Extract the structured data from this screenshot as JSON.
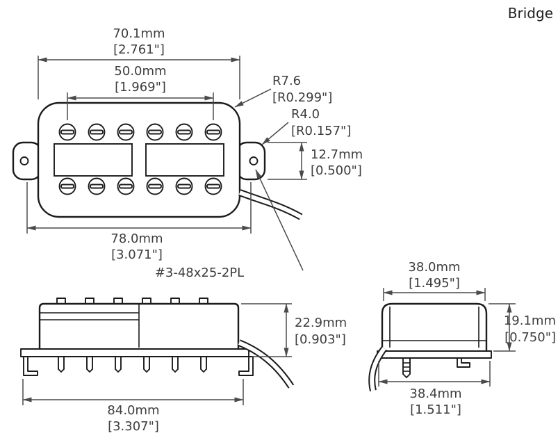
{
  "title": "Bridge",
  "top_view": {
    "dim_width_body": {
      "mm": "70.1mm",
      "inch": "[2.761\"]"
    },
    "dim_pole_spacing": {
      "mm": "50.0mm",
      "inch": "[1.969\"]"
    },
    "dim_corner_radius": {
      "mm": "R7.6",
      "inch": "[R0.299\"]"
    },
    "dim_ear_radius": {
      "mm": "R4.0",
      "inch": "[R0.157\"]"
    },
    "dim_ear_height": {
      "mm": "12.7mm",
      "inch": "[0.500\"]"
    },
    "dim_mount_span": {
      "mm": "78.0mm",
      "inch": "[3.071\"]"
    },
    "screw_note": "#3-48x25-2PL"
  },
  "side_view": {
    "dim_height": {
      "mm": "22.9mm",
      "inch": "[0.903\"]"
    },
    "dim_length": {
      "mm": "84.0mm",
      "inch": "[3.307\"]"
    }
  },
  "end_view": {
    "dim_top_width": {
      "mm": "38.0mm",
      "inch": "[1.495\"]"
    },
    "dim_height": {
      "mm": "19.1mm",
      "inch": "[0.750\"]"
    },
    "dim_bottom_width": {
      "mm": "38.4mm",
      "inch": "[1.511\"]"
    }
  }
}
